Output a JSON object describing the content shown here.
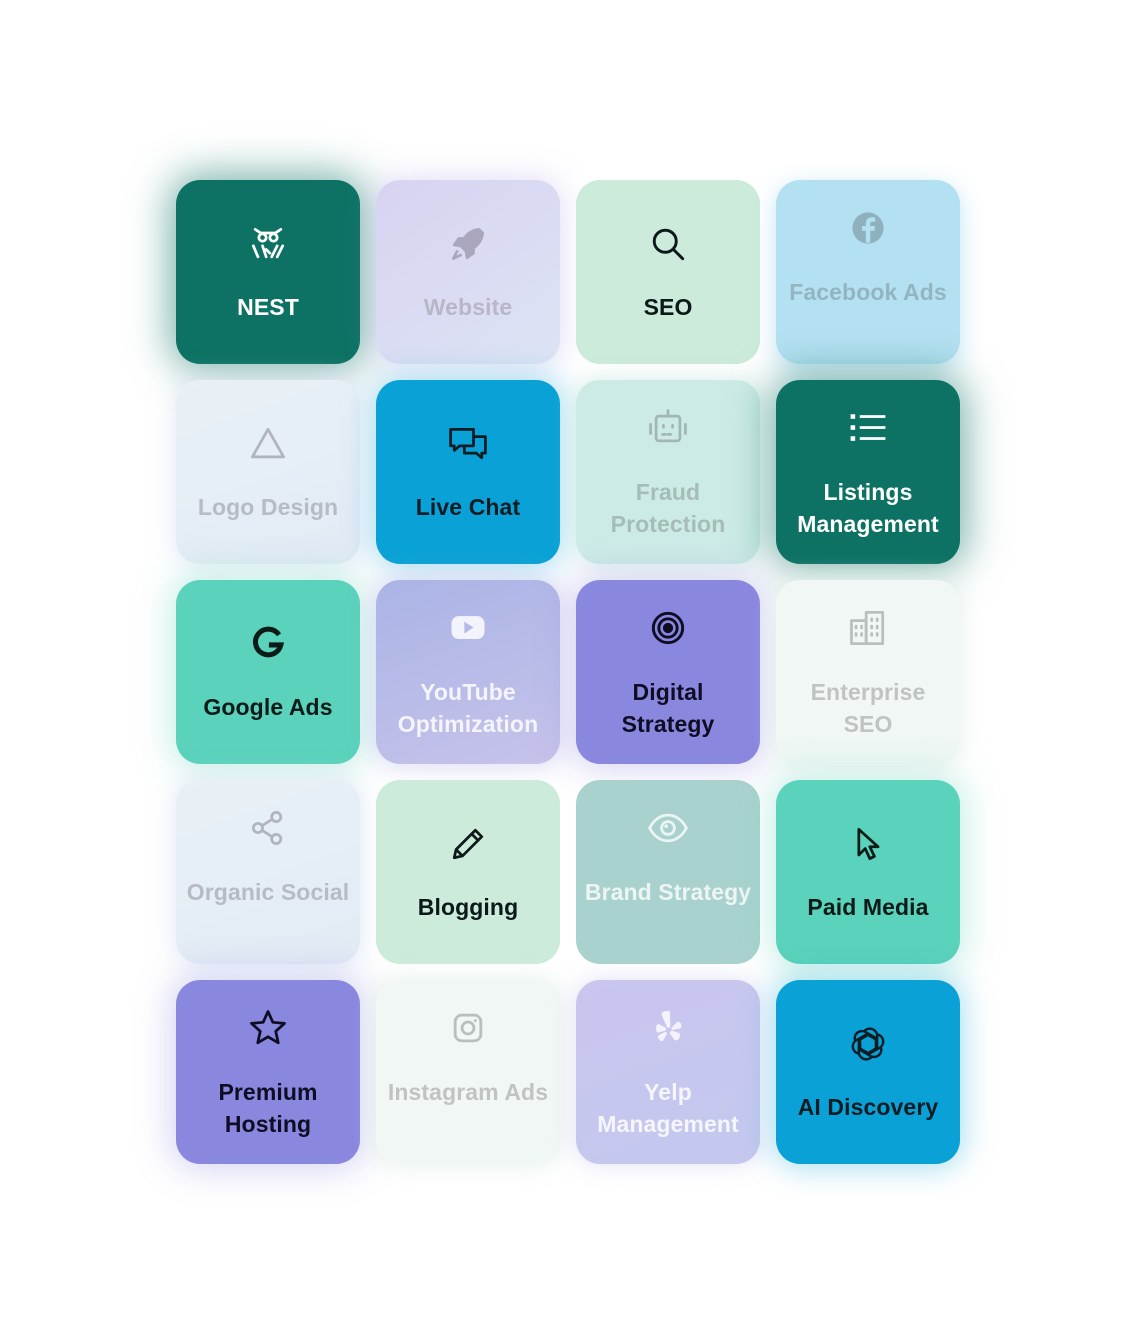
{
  "tiles": [
    {
      "label": "NEST",
      "icon": "owl-icon",
      "theme": "dark-teal"
    },
    {
      "label": "Website",
      "icon": "rocket-icon",
      "theme": "lavender-faded"
    },
    {
      "label": "SEO",
      "icon": "search-icon",
      "theme": "mint"
    },
    {
      "label": "Facebook Ads",
      "icon": "facebook-icon",
      "theme": "sky-faded"
    },
    {
      "label": "Logo Design",
      "icon": "triangle-icon",
      "theme": "ice-faded"
    },
    {
      "label": "Live Chat",
      "icon": "chat-bubbles-icon",
      "theme": "blue"
    },
    {
      "label": "Fraud Protection",
      "icon": "robot-icon",
      "theme": "aqua-faded"
    },
    {
      "label": "Listings Management",
      "icon": "list-icon",
      "theme": "dark-teal"
    },
    {
      "label": "Google Ads",
      "icon": "google-icon",
      "theme": "green"
    },
    {
      "label": "YouTube Optimization",
      "icon": "youtube-icon",
      "theme": "periwinkle-faded"
    },
    {
      "label": "Digital Strategy",
      "icon": "target-icon",
      "theme": "purple"
    },
    {
      "label": "Enterprise SEO",
      "icon": "buildings-icon",
      "theme": "frost-faded"
    },
    {
      "label": "Organic Social",
      "icon": "share-icon",
      "theme": "ice-faded"
    },
    {
      "label": "Blogging",
      "icon": "pencil-icon",
      "theme": "mint"
    },
    {
      "label": "Brand Strategy",
      "icon": "eye-icon",
      "theme": "steel-faded"
    },
    {
      "label": "Paid Media",
      "icon": "cursor-icon",
      "theme": "green"
    },
    {
      "label": "Premium Hosting",
      "icon": "star-icon",
      "theme": "purple"
    },
    {
      "label": "Instagram Ads",
      "icon": "instagram-icon",
      "theme": "frost-faded"
    },
    {
      "label": "Yelp Management",
      "icon": "yelp-icon",
      "theme": "lilac-faded"
    },
    {
      "label": "AI Discovery",
      "icon": "openai-icon",
      "theme": "blue"
    }
  ],
  "colors": {
    "dark_teal": "#0d7264",
    "blue": "#0aa2d6",
    "green": "#5bd2bb",
    "purple": "#8a87de",
    "mint": "#cdebdb"
  }
}
